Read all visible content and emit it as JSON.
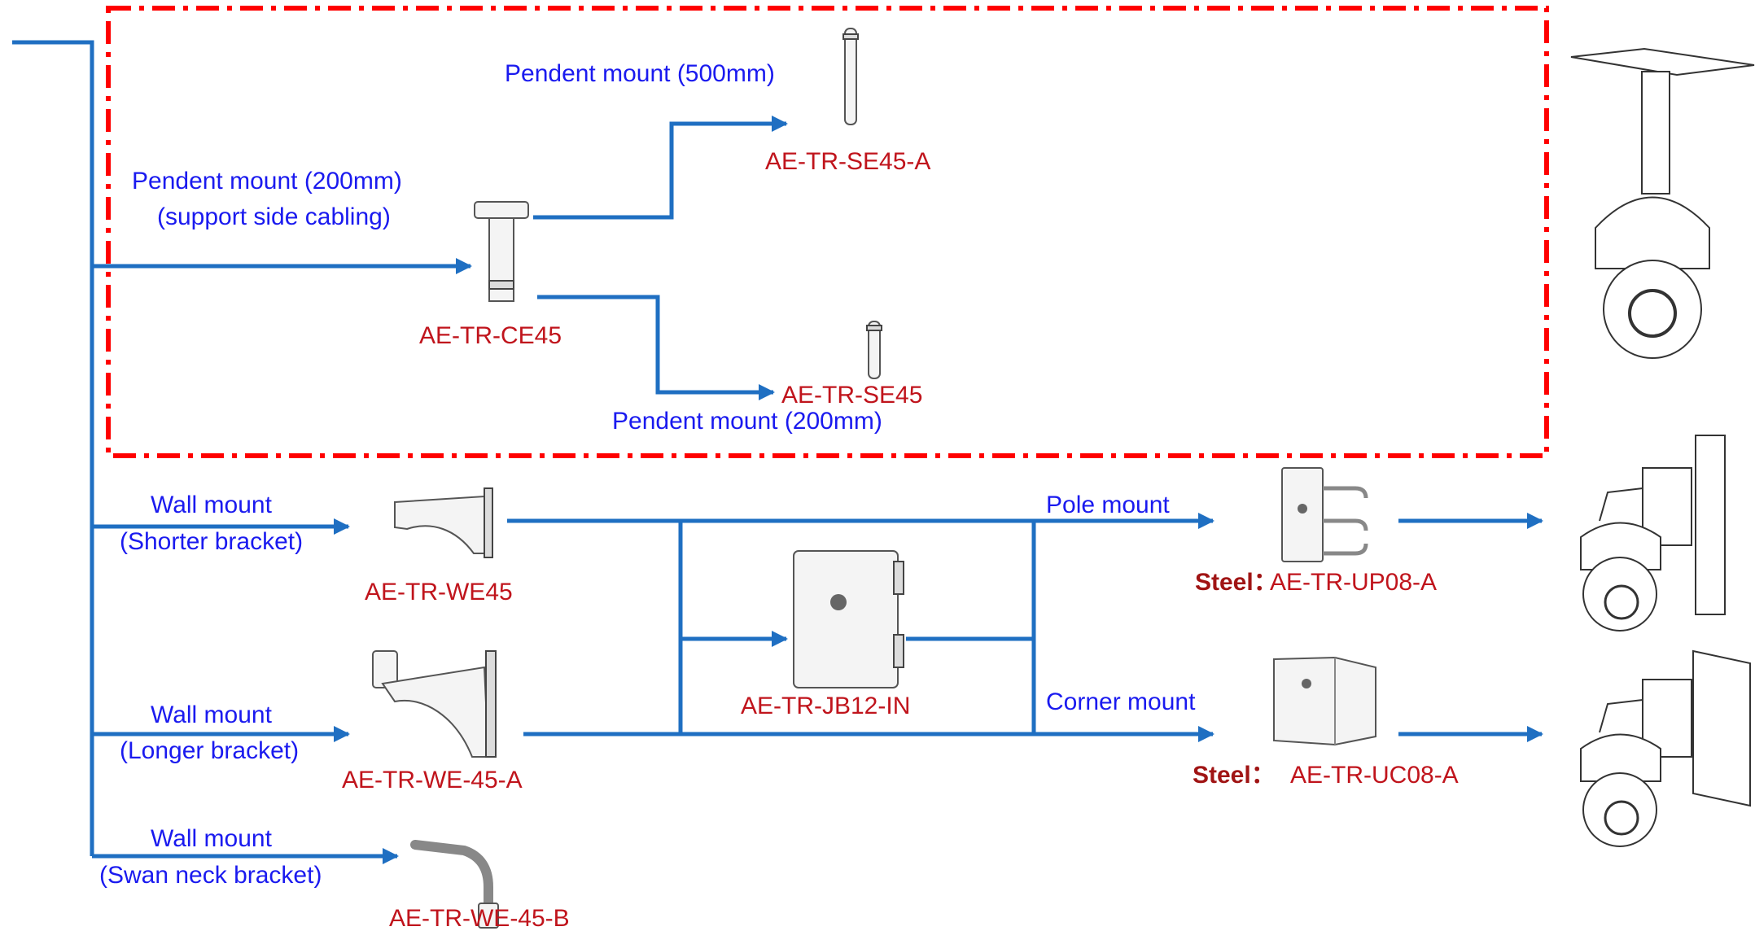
{
  "colors": {
    "flow_line": "#1f6fc2",
    "label_blue": "#1a1aef",
    "model_red": "#c0141c",
    "dashed_box": "#ff0000"
  },
  "labels": {
    "pendent_500": "Pendent  mount (500mm)",
    "model_se45a": "AE-TR-SE45-A",
    "pendent_200_line1": "Pendent  mount (200mm)",
    "pendent_200_line2": "(support side cabling)",
    "model_ce45": "AE-TR-CE45",
    "model_se45": "AE-TR-SE45",
    "pendent_200_b": "Pendent  mount (200mm)",
    "wall_short_line1": "Wall mount",
    "wall_short_line2": "(Shorter bracket)",
    "model_we45": "AE-TR-WE45",
    "wall_long_line1": "Wall mount",
    "wall_long_line2": "(Longer bracket)",
    "model_we45a": "AE-TR-WE-45-A",
    "wall_swan_line1": "Wall mount",
    "wall_swan_line2": "(Swan neck bracket)",
    "model_we45b": "AE-TR-WE-45-B",
    "model_jb12": "AE-TR-JB12-IN",
    "pole_mount": "Pole mount",
    "corner_mount": "Corner mount",
    "steel_prefix_1": "Steel：",
    "model_up08a": "AE-TR-UP08-A",
    "steel_prefix_2": "Steel：",
    "model_uc08a": "AE-TR-UC08-A"
  },
  "icons": {
    "pendent_500": "long-pendent-pole-icon",
    "pendent_200": "pendent-mount-icon",
    "pendent_200_short": "short-pendent-pole-icon",
    "wall_short": "short-wall-bracket-icon",
    "wall_long": "long-wall-bracket-icon",
    "wall_swan": "swan-neck-bracket-icon",
    "junction_box": "junction-box-icon",
    "pole_adapter": "pole-mount-adapter-icon",
    "corner_adapter": "corner-mount-adapter-icon",
    "camera_ceiling": "ceiling-ptz-camera-icon",
    "camera_pole": "pole-ptz-camera-icon",
    "camera_corner": "corner-ptz-camera-icon"
  }
}
